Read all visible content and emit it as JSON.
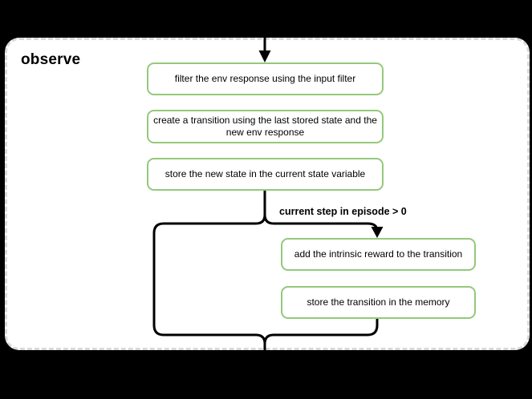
{
  "panel": {
    "title": "observe"
  },
  "flow": {
    "condition_label": "current step in episode > 0",
    "nodes": [
      {
        "id": "filter-env-response",
        "label": "filter the env response using the input filter"
      },
      {
        "id": "create-transition",
        "label": "create a transition using the last stored state and the\nnew env response"
      },
      {
        "id": "store-new-state",
        "label": "store the new state in the current state variable"
      },
      {
        "id": "add-intrinsic-reward",
        "label": "add the intrinsic reward to the transition"
      },
      {
        "id": "store-transition",
        "label": "store the transition in the memory"
      }
    ]
  },
  "colors": {
    "bg": "#000000",
    "panel_bg": "#ffffff",
    "panel_border": "#d9d9d9",
    "node_border": "#94c97b",
    "connector": "#000000",
    "text": "#000000"
  }
}
